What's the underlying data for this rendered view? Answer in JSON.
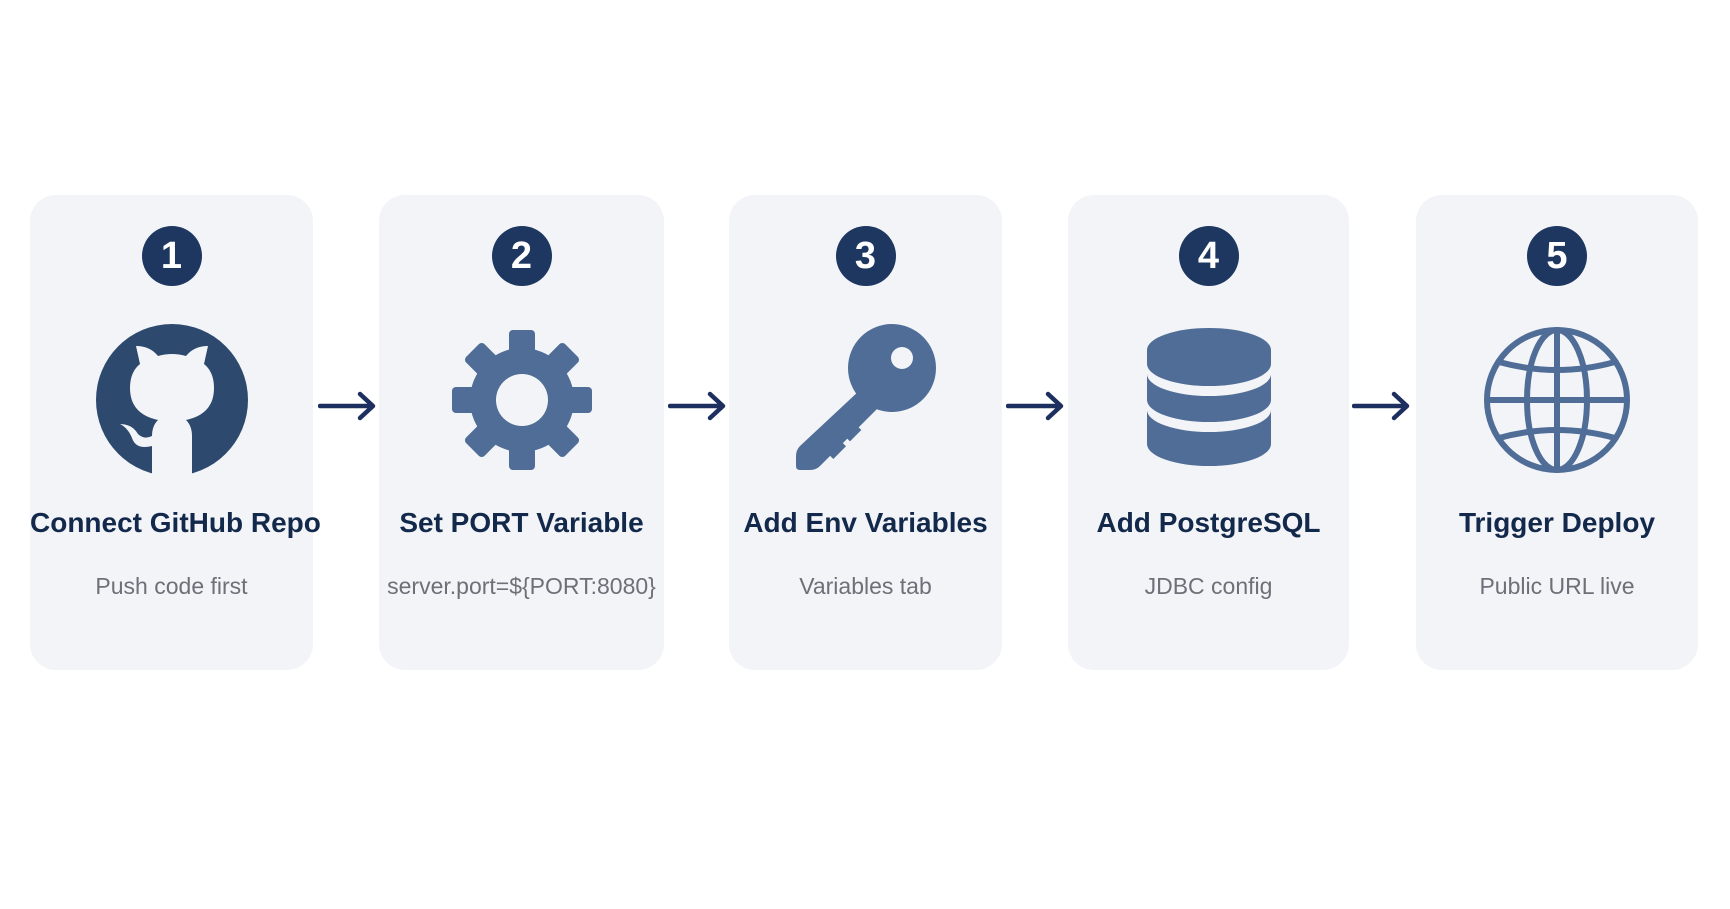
{
  "steps": [
    {
      "number": "1",
      "title": "Connect GitHub Repo",
      "subtitle": "Push code first",
      "icon": "github-icon"
    },
    {
      "number": "2",
      "title": "Set PORT Variable",
      "subtitle": "server.port=${PORT:8080}",
      "icon": "gear-icon"
    },
    {
      "number": "3",
      "title": "Add Env Variables",
      "subtitle": "Variables tab",
      "icon": "key-icon"
    },
    {
      "number": "4",
      "title": "Add PostgreSQL",
      "subtitle": "JDBC config",
      "icon": "database-icon"
    },
    {
      "number": "5",
      "title": "Trigger Deploy",
      "subtitle": "Public URL live",
      "icon": "globe-icon"
    }
  ],
  "colors": {
    "card_bg": "#f3f4f8",
    "badge_bg": "#1d3760",
    "title_text": "#13294b",
    "subtitle_text": "#6d7078",
    "icon_fill": "#2d4a6e",
    "icon_mid": "#4f6d96",
    "arrow": "#1d2f5e"
  }
}
